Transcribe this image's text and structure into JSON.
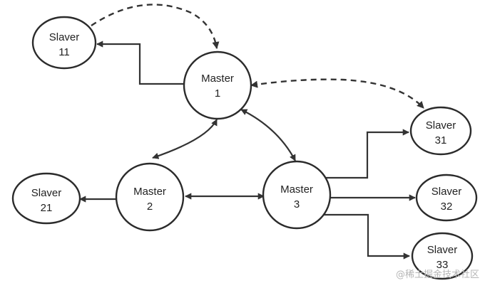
{
  "diagram": {
    "nodes": {
      "master1": [
        "Master",
        "1"
      ],
      "master2": [
        "Master",
        "2"
      ],
      "master3": [
        "Master",
        "3"
      ],
      "slaver11": [
        "Slaver",
        "11"
      ],
      "slaver21": [
        "Slaver",
        "21"
      ],
      "slaver31": [
        "Slaver",
        "31"
      ],
      "slaver32": [
        "Slaver",
        "32"
      ],
      "slaver33": [
        "Slaver",
        "33"
      ]
    },
    "watermark": "@稀土掘金技术社区"
  },
  "colors": {
    "stroke": "#2b2b2b",
    "text": "#222222",
    "watermark": "#b5b5b5"
  }
}
